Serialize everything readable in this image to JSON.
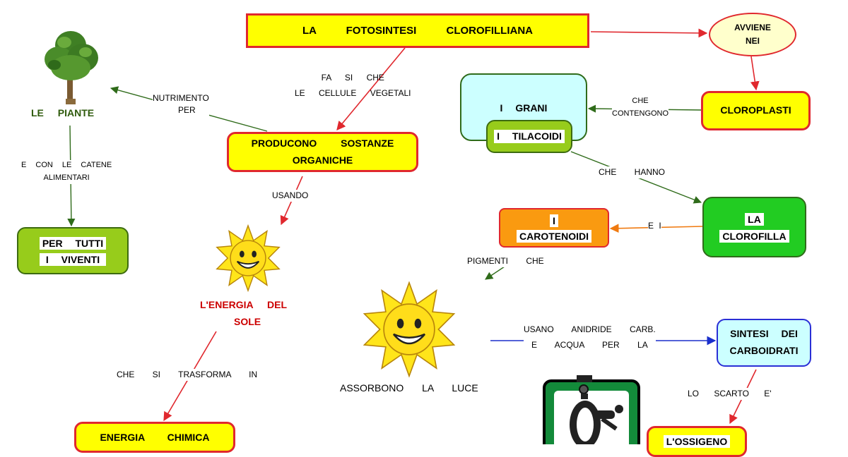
{
  "title": "LA FOTOSINTESI CLOROFILLIANA",
  "nodes": {
    "avviene_nei": {
      "lines": [
        "AVVIENE",
        "NEI"
      ]
    },
    "cloroplasti": {
      "lines": [
        "CLOROPLASTI"
      ]
    },
    "grani": {
      "lines": [
        "I GRANI"
      ]
    },
    "tilacoidi": {
      "lines": [
        "I TILACOIDI"
      ]
    },
    "clorofilla": {
      "lines": [
        "LA",
        "CLOROFILLA"
      ]
    },
    "carotenoidi": {
      "lines": [
        "I",
        "CAROTENOIDI"
      ]
    },
    "producono": {
      "lines": [
        "PRODUCONO SOSTANZE",
        "ORGANICHE"
      ]
    },
    "per_tutti": {
      "lines": [
        "PER TUTTI",
        "I VIVENTI"
      ]
    },
    "energia_chimica": {
      "lines": [
        "ENERGIA CHIMICA"
      ]
    },
    "sintesi": {
      "lines": [
        "SINTESI DEI",
        "CARBOIDRATI"
      ]
    },
    "ossigeno": {
      "lines": [
        "L'OSSIGENO"
      ]
    }
  },
  "labels": {
    "le_piante": "LE PIANTE",
    "fa_si_che": [
      "FA SI CHE",
      "LE CELLULE VEGETALI"
    ],
    "nutrimento": [
      "NUTRIMENTO",
      "PER"
    ],
    "e_con_le_catene": [
      "E CON LE CATENE",
      "ALIMENTARI"
    ],
    "usando": "USANDO",
    "energia_sole": [
      "L'ENERGIA DEL",
      "SOLE"
    ],
    "che_si_trasforma": "CHE SI TRASFORMA IN",
    "che_contengono": [
      "CHE",
      "CONTENGONO"
    ],
    "che_hanno": "CHE HANNO",
    "e_i": "E I",
    "pigmenti_che": "PIGMENTI CHE",
    "assorbono": "ASSORBONO LA LUCE",
    "usano_anidride": [
      "USANO ANIDRIDE CARB.",
      "E ACQUA PER LA"
    ],
    "lo_scarto": "LO SCARTO E'"
  },
  "icons": {
    "tree": "tree-icon",
    "sun_small": "smiling-sun-icon",
    "sun_large": "smiling-sun-icon",
    "oxygen_tank": "oxygen-tank-icon"
  },
  "colors": {
    "red_arrow": "#e0282e",
    "green_arrow": "#2f6b1a",
    "blue_arrow": "#1a2fcc",
    "orange_arrow": "#f07a10",
    "yellow": "#ffff00",
    "green": "#97cc1b",
    "orange": "#fa9a10",
    "cyan": "#ccffff"
  }
}
